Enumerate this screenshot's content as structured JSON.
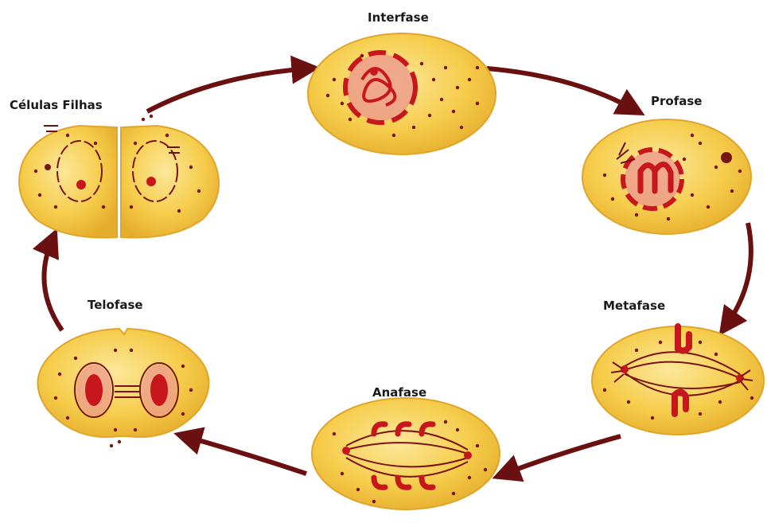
{
  "phases": [
    {
      "id": "interfase",
      "label": "Interfase"
    },
    {
      "id": "profase",
      "label": "Profase"
    },
    {
      "id": "metafase",
      "label": "Metafase"
    },
    {
      "id": "anafase",
      "label": "Anafase"
    },
    {
      "id": "telofase",
      "label": "Telofase"
    },
    {
      "id": "celulas-filhas",
      "label": "Células Filhas"
    }
  ],
  "colors": {
    "cytoplasm": "#f6cd4c",
    "cytoplasm_edge": "#e2a92a",
    "cytoplasm_highlight": "#fbe58f",
    "chromosome": "#c8161d",
    "nucleus": "#ec9a8c",
    "granule": "#7a1414",
    "arrow": "#6b1010",
    "label": "#1a1a1a"
  }
}
